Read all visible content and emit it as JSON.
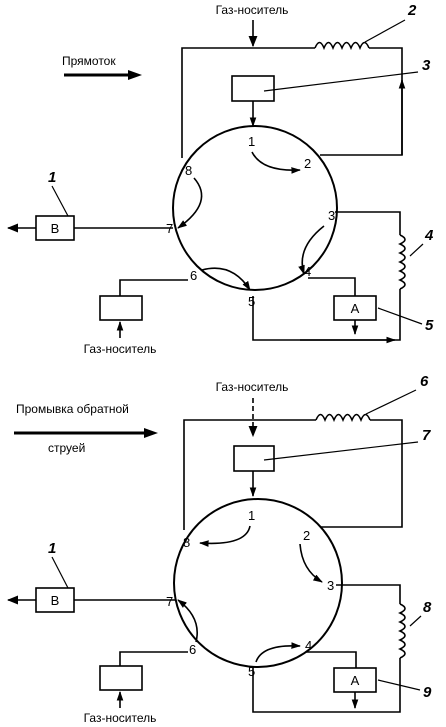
{
  "top": {
    "carrier_gas_label": "Газ-носитель",
    "mode_label": "Прямоток",
    "bottom_carrier_gas_label": "Газ-носитель",
    "box_b": "B",
    "box_a": "A",
    "ports": [
      "1",
      "2",
      "3",
      "4",
      "5",
      "6",
      "7",
      "8"
    ],
    "refs": [
      "1",
      "2",
      "3",
      "4",
      "5"
    ]
  },
  "bottom": {
    "carrier_gas_label": "Газ-носитель",
    "mode_label_line1": "Промывка обратной",
    "mode_label_line2": "струей",
    "bottom_carrier_gas_label": "Газ-носитель",
    "box_b": "B",
    "box_a": "A",
    "ports": [
      "1",
      "2",
      "3",
      "4",
      "5",
      "6",
      "7",
      "8"
    ],
    "refs": [
      "1",
      "6",
      "7",
      "8",
      "9"
    ]
  }
}
